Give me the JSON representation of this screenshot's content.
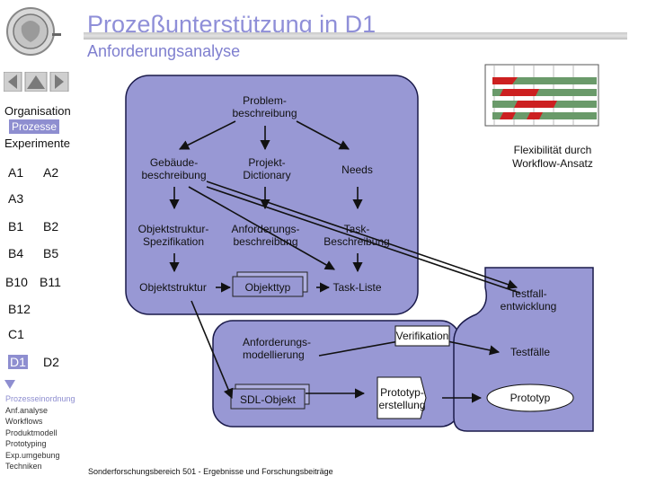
{
  "header": {
    "title": "Prozeßunterstützung in D1",
    "subtitle": "Anforderungsanalyse"
  },
  "sidebar": {
    "nav_arrows": [
      "back-arrow-icon",
      "up-arrow-icon",
      "forward-arrow-icon"
    ],
    "organisation": "Organisation",
    "prozesse": "Prozesse",
    "experimente": "Experimente",
    "grid": {
      "a1": "A1",
      "a2": "A2",
      "a3": "A3",
      "b1": "B1",
      "b2": "B2",
      "b4": "B4",
      "b5": "B5",
      "b10": "B10",
      "b11": "B11",
      "b12": "B12",
      "c1": "C1",
      "d1": "D1",
      "d2": "D2"
    },
    "links": [
      "Prozesseinordnung",
      "Anf.analyse",
      "Workflows",
      "Produktmodell",
      "Prototyping",
      "Exp.umgebung",
      "Techniken"
    ]
  },
  "diagram": {
    "problembeschreibung": "Problem-\nbeschreibung",
    "gebaeudebeschreibung": "Gebäude-\nbeschreibung",
    "projektdictionary": "Projekt-\nDictionary",
    "needs": "Needs",
    "objektstruktur_spezifikation": "Objektstruktur-\nSpezifikation",
    "anforderungsbeschreibung": "Anforderungs-\nbeschreibung",
    "taskbeschreibung": "Task-\nBeschreibung",
    "objektstruktur": "Objektstruktur",
    "objekttyp": "Objekttyp",
    "taskliste": "Task-Liste",
    "testfallentwicklung": "Testfall-\nentwicklung",
    "anforderungsmodellierung": "Anforderungs-\nmodellierung",
    "verifikation": "Verifikation",
    "testfaelle": "Testfälle",
    "sdlobjekt": "SDL-Objekt",
    "prototyperstellung": "Prototyp-\nerstellung",
    "prototyp": "Prototyp",
    "flexibilitaet": "Flexibilität durch\nWorkflow-Ansatz"
  },
  "colors": {
    "title": "#8f8fd8",
    "panel": "#9898d4",
    "panel_border": "#1a1a4a",
    "sidebar_active": "#8e8ed0",
    "gantt_red": "#cc2020",
    "gantt_green": "#6a9a6a"
  },
  "footer": "Sonderforschungsbereich 501 - Ergebnisse und Forschungsbeiträge"
}
